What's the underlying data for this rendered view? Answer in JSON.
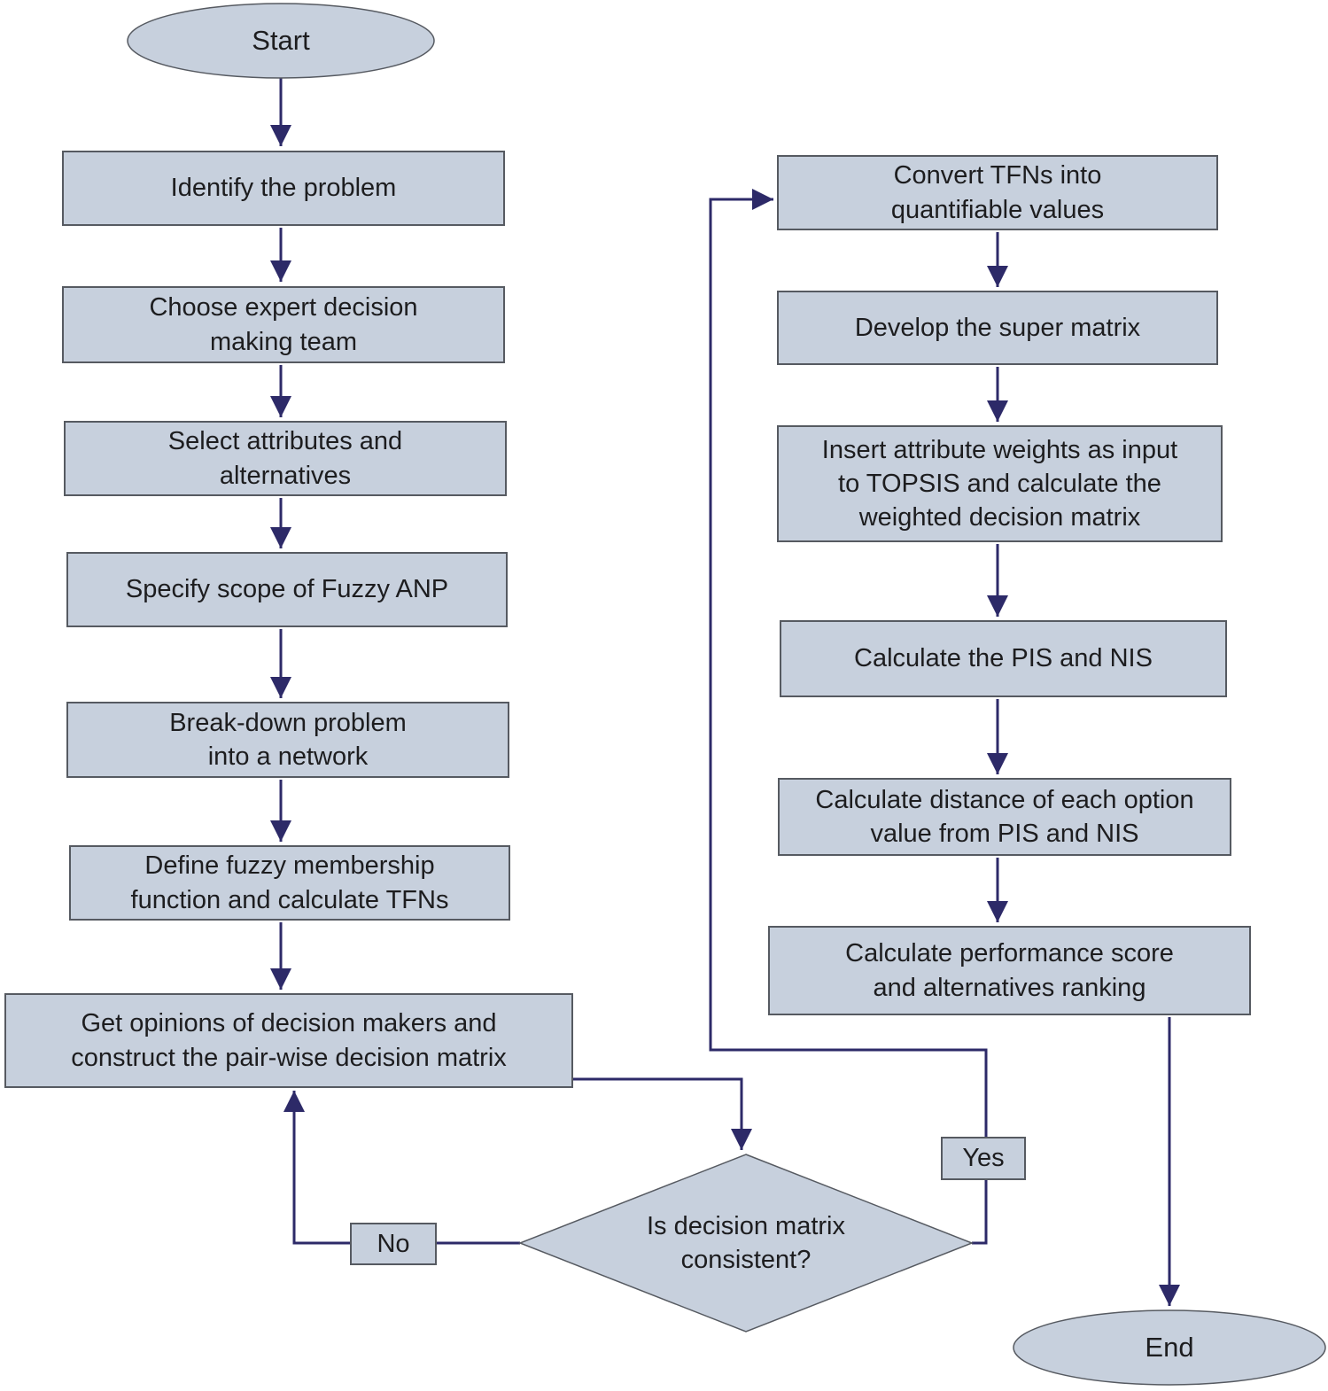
{
  "nodes": {
    "start": {
      "label": "Start"
    },
    "identify_problem": {
      "lines": [
        "Identify the problem"
      ]
    },
    "choose_team": {
      "lines": [
        "Choose expert decision",
        "making team"
      ]
    },
    "select_attributes": {
      "lines": [
        "Select attributes and",
        "alternatives"
      ]
    },
    "specify_scope": {
      "lines": [
        "Specify scope of Fuzzy ANP"
      ]
    },
    "breakdown_problem": {
      "lines": [
        "Break-down problem",
        "into a network"
      ]
    },
    "define_fuzzy": {
      "lines": [
        "Define fuzzy membership",
        "function and calculate TFNs"
      ]
    },
    "get_opinions": {
      "lines": [
        "Get opinions of decision makers and",
        "construct the pair-wise decision matrix"
      ]
    },
    "convert_tfns": {
      "lines": [
        "Convert TFNs into",
        "quantifiable values"
      ]
    },
    "develop_super_matrix": {
      "lines": [
        "Develop the super matrix"
      ]
    },
    "insert_weights": {
      "lines": [
        "Insert attribute weights as input",
        "to TOPSIS and calculate the",
        "weighted decision matrix"
      ]
    },
    "calculate_pis_nis": {
      "lines": [
        "Calculate the PIS and NIS"
      ]
    },
    "calculate_distance": {
      "lines": [
        "Calculate distance of each option",
        "value from PIS and NIS"
      ]
    },
    "calculate_performance": {
      "lines": [
        "Calculate performance score",
        "and alternatives ranking"
      ]
    },
    "decision": {
      "lines": [
        "Is decision matrix",
        "consistent?"
      ]
    },
    "yes_label": {
      "label": "Yes"
    },
    "no_label": {
      "label": "No"
    },
    "end": {
      "label": "End"
    }
  },
  "colors": {
    "node_fill": "#c7d0dd",
    "node_border": "#565a61",
    "connector": "#2d2a68",
    "text": "#1d1d1f"
  }
}
